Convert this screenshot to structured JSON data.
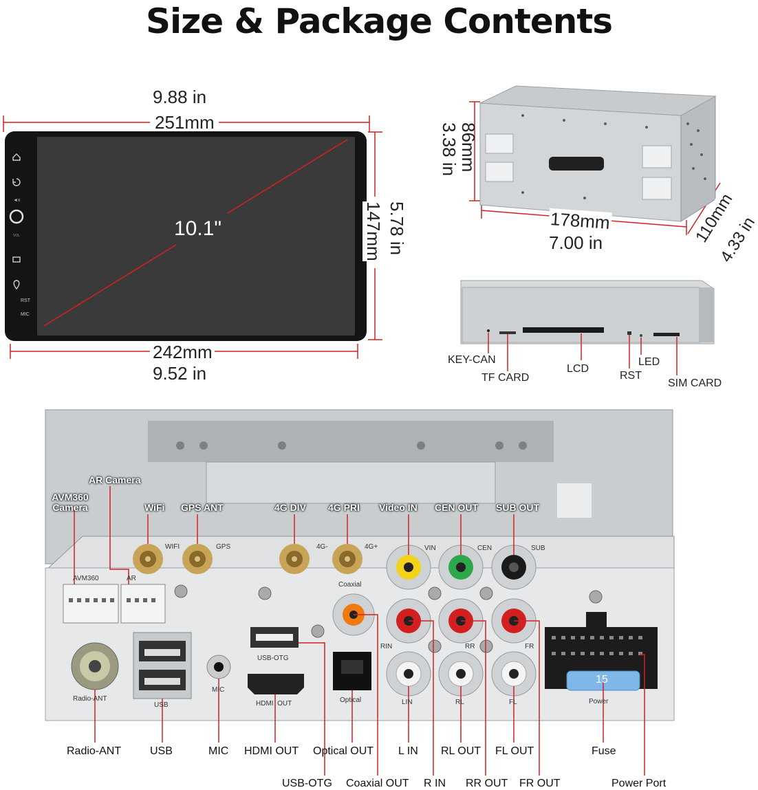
{
  "title": "Size & Package Contents",
  "screen": {
    "width_in": "9.88 in",
    "width_mm": "251mm",
    "diag": "10.1\"",
    "height_mm": "147mm",
    "height_in": "5.78 in",
    "bottom_mm": "242mm",
    "bottom_in": "9.52 in",
    "side_labels": [
      "RST",
      "MIC"
    ]
  },
  "cage": {
    "height_mm": "86mm",
    "height_in": "3.38 in",
    "width_mm": "178mm",
    "width_in": "7.00 in",
    "depth_mm": "110mm",
    "depth_in": "4.33 in"
  },
  "front_panel": {
    "labels": [
      "KEY-CAN",
      "TF CARD",
      "LCD",
      "RST",
      "LED",
      "SIM CARD"
    ]
  },
  "rear_panel": {
    "top_labels": [
      "AR Camera",
      "AVM360 Camera",
      "WiFi",
      "GPS ANT",
      "4G DIV",
      "4G PRI",
      "Video IN",
      "CEN OUT",
      "SUB OUT"
    ],
    "printed": [
      "AVM360",
      "AR",
      "WIFI",
      "GPS",
      "4G-",
      "4G+",
      "VIN",
      "CEN",
      "SUB",
      "Coaxial",
      "RIN",
      "RR",
      "FR",
      "USB-OTG",
      "Radio-ANT",
      "USB",
      "MIC",
      "HDMI  OUT",
      "Optical",
      "LIN",
      "RL",
      "FL",
      "Power",
      "15"
    ],
    "bottom_labels_row1": [
      "Radio-ANT",
      "USB",
      "MIC",
      "HDMI OUT",
      "Optical OUT",
      "L IN",
      "RL OUT",
      "FL OUT",
      "Fuse"
    ],
    "bottom_labels_row2": [
      "USB-OTG",
      "Coaxial OUT",
      "R IN",
      "RR OUT",
      "FR OUT",
      "Power Port"
    ]
  },
  "colors": {
    "accent_line": "#d42020",
    "rca_yellow": "#f2d21a",
    "rca_green": "#2aa84a",
    "rca_red": "#d22020",
    "rca_orange": "#f07a10"
  }
}
